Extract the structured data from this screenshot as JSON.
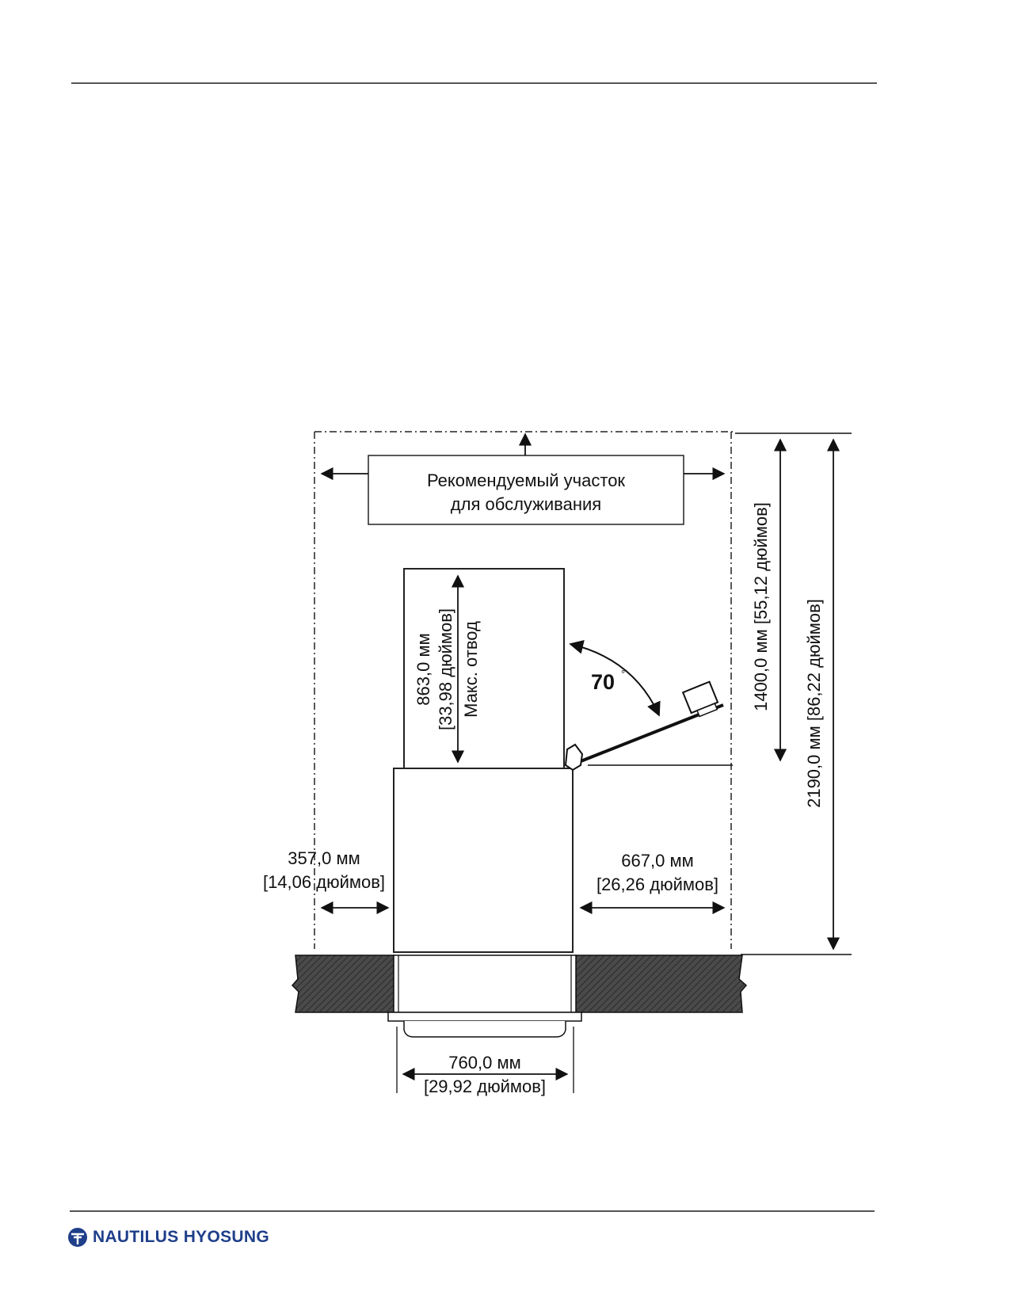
{
  "diagram": {
    "service_area_label_line1": "Рекомендуемый участок",
    "service_area_label_line2": "для обслуживания",
    "depth": {
      "line1": "863,0 мм",
      "line2": "[33,98 дюймов]",
      "line3": "Макс. отвод"
    },
    "door_angle": "70",
    "height_upper": "1400,0 мм [55,12 дюймов]",
    "height_total": "2190,0 мм [86,22 дюймов]",
    "left_clearance": {
      "line1": "357,0 мм",
      "line2": "[14,06 дюймов]"
    },
    "right_clearance": {
      "line1": "667,0 мм",
      "line2": "[26,26 дюймов]"
    },
    "width": {
      "line1": "760,0 мм",
      "line2": "[29,92 дюймов]"
    }
  },
  "footer": {
    "brand": "NAUTILUS HYOSUNG"
  }
}
